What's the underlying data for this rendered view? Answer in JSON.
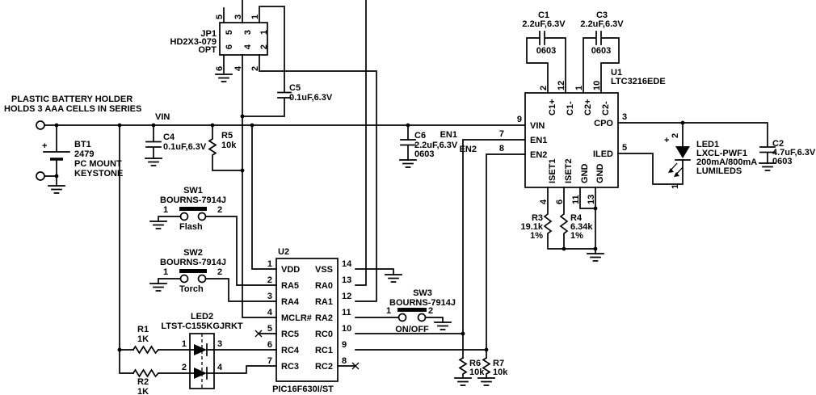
{
  "notes": {
    "battery_line1": "PLASTIC BATTERY HOLDER",
    "battery_line2": "HOLDS 3 AAA CELLS IN SERIES"
  },
  "nets": {
    "vin": "VIN",
    "en1": "EN1",
    "en2": "EN2"
  },
  "components": {
    "jp1": {
      "ref": "JP1",
      "part": "HD2X3-079",
      "variant": "OPT",
      "pins_top": [
        "5",
        "3",
        "1"
      ],
      "pins_bottom": [
        "6",
        "4",
        "2"
      ]
    },
    "bt1": {
      "ref": "BT1",
      "part": "2479",
      "line3": "PC MOUNT",
      "line4": "KEYSTONE",
      "plus": "+"
    },
    "c4": {
      "ref": "C4",
      "value": "0.1uF,6.3V"
    },
    "c5": {
      "ref": "C5",
      "value": "0.1uF,6.3V"
    },
    "r5": {
      "ref": "R5",
      "value": "10k"
    },
    "sw1": {
      "ref": "SW1",
      "part": "BOURNS-7914J",
      "func": "Flash",
      "pin1": "1",
      "pin2": "2"
    },
    "sw2": {
      "ref": "SW2",
      "part": "BOURNS-7914J",
      "func": "Torch",
      "pin1": "1",
      "pin2": "2"
    },
    "sw3": {
      "ref": "SW3",
      "part": "BOURNS-7914J",
      "func": "ON/OFF",
      "pin1": "1",
      "pin2": "2"
    },
    "led2": {
      "ref": "LED2",
      "part": "LTST-C155KGJRKT",
      "pin1": "1",
      "pin2": "2",
      "pin3": "3",
      "pin4": "4"
    },
    "r1": {
      "ref": "R1",
      "value": "1K"
    },
    "r2": {
      "ref": "R2",
      "value": "1K"
    },
    "u2": {
      "ref": "U2",
      "part": "PIC16F630I/ST",
      "lp": [
        {
          "n": "1",
          "l": "VDD"
        },
        {
          "n": "2",
          "l": "RA5"
        },
        {
          "n": "3",
          "l": "RA4"
        },
        {
          "n": "4",
          "l": "MCLR#"
        },
        {
          "n": "5",
          "l": "RC5"
        },
        {
          "n": "6",
          "l": "RC4"
        },
        {
          "n": "7",
          "l": "RC3"
        }
      ],
      "rp": [
        {
          "n": "14",
          "l": "VSS"
        },
        {
          "n": "13",
          "l": "RA0"
        },
        {
          "n": "12",
          "l": "RA1"
        },
        {
          "n": "11",
          "l": "RA2"
        },
        {
          "n": "10",
          "l": "RC0"
        },
        {
          "n": "9",
          "l": "RC1"
        },
        {
          "n": "8",
          "l": "RC2"
        }
      ]
    },
    "c6": {
      "ref": "C6",
      "value": "2.2uF,6.3V",
      "size": "0603"
    },
    "u1": {
      "ref": "U1",
      "part": "LTC3216EDE",
      "left": [
        {
          "n": "9",
          "l": "VIN"
        },
        {
          "n": "7",
          "l": "EN1"
        },
        {
          "n": "8",
          "l": "EN2"
        }
      ],
      "right": [
        {
          "n": "3",
          "l": "CPO"
        },
        {
          "n": "5",
          "l": "ILED"
        }
      ],
      "top": [
        {
          "n": "2",
          "l": "C1+"
        },
        {
          "n": "12",
          "l": "C1-"
        },
        {
          "n": "1",
          "l": "C2+"
        },
        {
          "n": "10",
          "l": "C2-"
        }
      ],
      "bottom": [
        {
          "n": "4",
          "l": "ISET1"
        },
        {
          "n": "6",
          "l": "ISET2"
        },
        {
          "n": "11",
          "l": "GND"
        },
        {
          "n": "13",
          "l": "GND"
        }
      ]
    },
    "c1": {
      "ref": "C1",
      "value": "2.2uF,6.3V",
      "size": "0603"
    },
    "c3": {
      "ref": "C3",
      "value": "2.2uF,6.3V",
      "size": "0603"
    },
    "r3": {
      "ref": "R3",
      "value": "19.1k",
      "tol": "1%"
    },
    "r4": {
      "ref": "R4",
      "value": "6.34k",
      "tol": "1%"
    },
    "r6": {
      "ref": "R6",
      "value": "10k"
    },
    "r7": {
      "ref": "R7",
      "value": "10k"
    },
    "led1": {
      "ref": "LED1",
      "part": "LXCL-PWF1",
      "rating": "200mA/800mA",
      "mfr": "LUMILEDS",
      "pin1": "1",
      "pin2": "2",
      "plus": "+"
    },
    "c2": {
      "ref": "C2",
      "value": "4.7uF,6.3V",
      "size": "0603"
    }
  }
}
